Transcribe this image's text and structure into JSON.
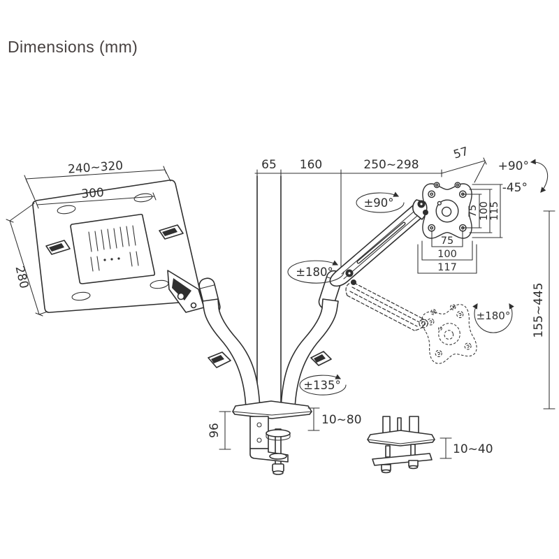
{
  "title": "Dimensions (mm)",
  "colors": {
    "ink": "#2f2f2f",
    "background": "#ffffff"
  },
  "dims": {
    "tray_width_range": "240~320",
    "tray_mount_width": "300",
    "tray_depth": "280",
    "pole_offset": "65",
    "lower_arm_reach": "160",
    "upper_arm_reach": "250~298",
    "head_offset": "57",
    "height_range": "155~445",
    "clamp_height": "96",
    "clamp_desk_thickness": "10~80",
    "grommet_desk_thickness": "10~40"
  },
  "vesa": {
    "vertical_75": "75",
    "vertical_100": "100",
    "vertical_115": "115",
    "horizontal_75": "75",
    "horizontal_100": "100",
    "horizontal_117": "117"
  },
  "angles": {
    "tilt_up": "+90°",
    "tilt_down": "-45°",
    "head_swivel": "±90°",
    "arm_swivel": "±180°",
    "screen_rotation": "±180°",
    "base_swivel": "±135°"
  }
}
